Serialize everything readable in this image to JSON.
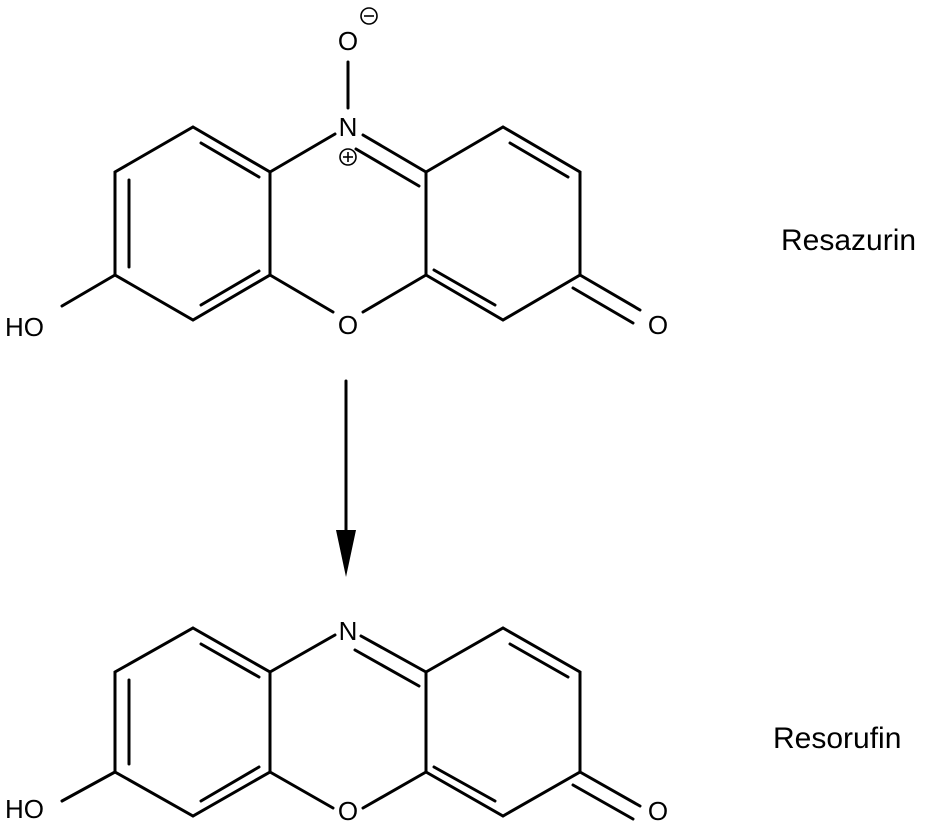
{
  "molecules": {
    "top": {
      "name": "Resazurin",
      "atoms": {
        "hydroxyl": "HO",
        "ring_oxygen": "O",
        "carbonyl_oxygen": "O",
        "ring_nitrogen": "N",
        "n_oxide_oxygen": "O"
      },
      "charges": {
        "nitrogen": "+",
        "oxygen": "−"
      }
    },
    "bottom": {
      "name": "Resorufin",
      "atoms": {
        "hydroxyl": "HO",
        "ring_oxygen": "O",
        "carbonyl_oxygen": "O",
        "ring_nitrogen": "N"
      }
    }
  },
  "reaction": {
    "arrow_icon": "down-arrow-icon"
  }
}
